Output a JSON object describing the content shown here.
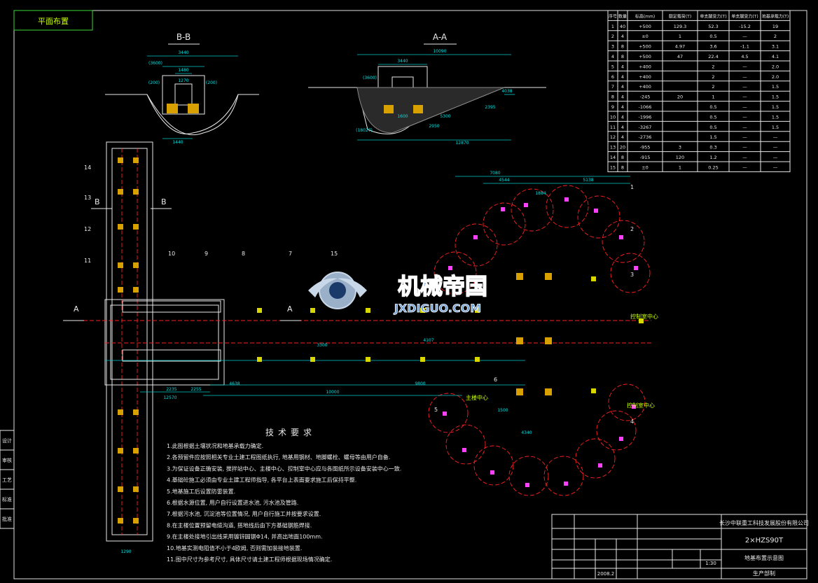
{
  "title_block_top_left": "平面布置",
  "views": {
    "bb_label": "B-B",
    "aa_label": "A-A",
    "bb_dims": [
      "3440",
      "(3600)",
      "1480",
      "(200)",
      "(200)",
      "1270",
      "1440"
    ],
    "aa_dims": [
      "10090",
      "3440",
      "4038",
      "2395",
      "(3600)",
      "1600",
      "5300",
      "2950",
      "12870",
      "(18027)"
    ]
  },
  "table": {
    "headers": [
      "序号",
      "数量",
      "标高(mm)",
      "额定载荷(T)",
      "单支腿受力(T)",
      "单支腿受力(T)",
      "地基承载力(T)"
    ],
    "rows": [
      [
        "1",
        "40",
        "+500",
        "129.3",
        "52.3",
        "-15.2",
        "19"
      ],
      [
        "2",
        "4",
        "±0",
        "1",
        "0.5",
        "—",
        "2"
      ],
      [
        "3",
        "8",
        "+500",
        "4.97",
        "3.6",
        "-1.1",
        "3.1"
      ],
      [
        "4",
        "8",
        "+500",
        "47",
        "22.4",
        "4.5",
        "4.1"
      ],
      [
        "5",
        "4",
        "+400",
        "",
        "2",
        "—",
        "2.0"
      ],
      [
        "6",
        "4",
        "+400",
        "",
        "2",
        "—",
        "2.0"
      ],
      [
        "7",
        "4",
        "+400",
        "",
        "2",
        "—",
        "1.5"
      ],
      [
        "8",
        "4",
        "-245",
        "20",
        "1",
        "—",
        "1.5"
      ],
      [
        "9",
        "4",
        "-1066",
        "",
        "0.5",
        "—",
        "1.5"
      ],
      [
        "10",
        "4",
        "-1996",
        "",
        "0.5",
        "—",
        "1.5"
      ],
      [
        "11",
        "4",
        "-3267",
        "",
        "0.5",
        "—",
        "1.5"
      ],
      [
        "12",
        "4",
        "-2736",
        "",
        "1.5",
        "—",
        "—"
      ],
      [
        "13",
        "20",
        "-955",
        "3",
        "0.3",
        "—",
        "—"
      ],
      [
        "14",
        "8",
        "-915",
        "120",
        "1.2",
        "—",
        "—"
      ],
      [
        "15",
        "8",
        "±0",
        "1",
        "0.25",
        "—",
        "—"
      ]
    ]
  },
  "plan_labels": {
    "section_a_left": "A",
    "section_a_right": "A",
    "section_b_left": "B",
    "section_b_right": "B",
    "main_center": "主楼中心",
    "control_center_1": "控制室中心",
    "control_center_2": "控制室中心",
    "dims": [
      "7080",
      "4544",
      "1884",
      "5138",
      "4107",
      "10000",
      "9800",
      "3300",
      "2255",
      "2235",
      "12570",
      "4638",
      "1500",
      "4340",
      "1290"
    ],
    "callouts": [
      "1",
      "2",
      "3",
      "4",
      "5",
      "6",
      "7",
      "8",
      "9",
      "10",
      "11",
      "12",
      "13",
      "14",
      "15"
    ]
  },
  "tech_requirements": {
    "title": "技术要求",
    "items": [
      "1.此图根据土壤状况和地基承载力确定.",
      "2.各预留件应按照相关专业土建工程图纸执行, 地基用钢材、地脚螺栓、螺母等由用户自备.",
      "3.为保证设备正确安装, 搅拌站中心、主楼中心、控制室中心应与各图纸所示设备安装中心一致.",
      "4.基础砼施工必须由专业土建工程师指导, 各平台上表面要求施工后保持平整.",
      "5.地基施工后设置防雷装置.",
      "6.根据水源位置, 用户自行设置进水池, 污水池及管路.",
      "7.根据污水池, 沉淀池等位置情况, 用户自行施工并按要求设置.",
      "8.在主楼位置预留电缆沟道, 搭地线后由下方基础钢筋焊接.",
      "9.在主楼处接地引出线采用镀锌圆钢Φ14, 并高出地面100mm.",
      "10.地基实测电阻值不小于4欧姆, 否则需加装接地装置.",
      "11.图中尺寸为参考尺寸, 具体尺寸请土建工程师根据现场情况确定."
    ]
  },
  "title_block": {
    "company": "长沙中联重工科技发展股份有限公司",
    "model": "2×HZS90T",
    "drawing_name": "地基布置示意图",
    "scale": "1:30",
    "date": "2008.2",
    "dept": "生产部制"
  },
  "watermark": {
    "cn": "机械帝国",
    "en": "JXDIGUO.COM"
  },
  "side_labels": [
    "设计",
    "审核",
    "工艺",
    "标准",
    "批准"
  ]
}
